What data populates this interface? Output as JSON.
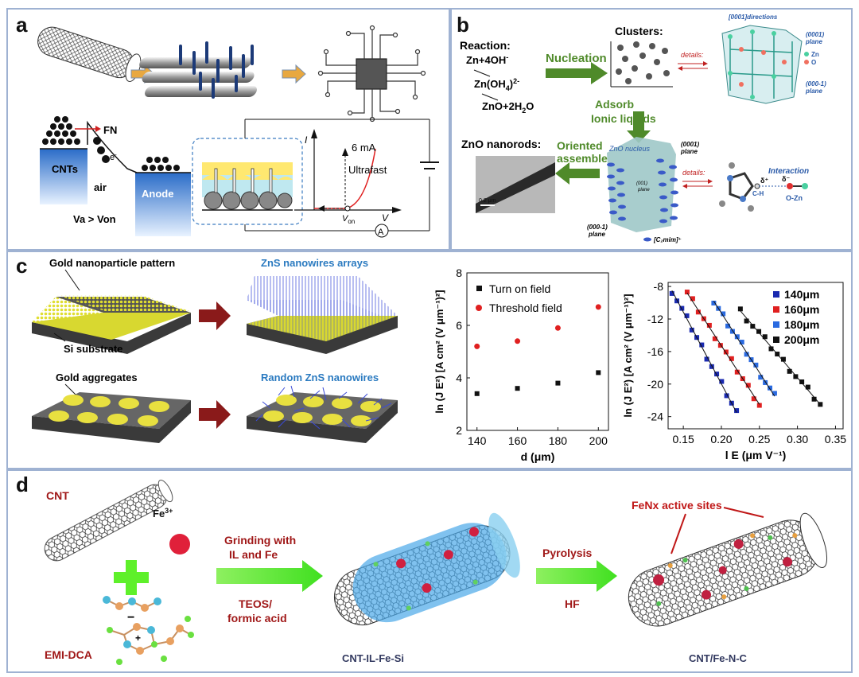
{
  "panels": {
    "a": {
      "label": "a",
      "fn": "FN",
      "electron": "e",
      "electron_sup": "-",
      "cnts": "CNTs",
      "air": "air",
      "anode": "Anode",
      "condition": "Va > Von",
      "axis_i": "I",
      "axis_v": "V",
      "current": "6 mA",
      "ultrafast": "Ultrafast",
      "von": "V",
      "von_sub": "on",
      "ammeter": "A"
    },
    "b": {
      "label": "b",
      "reaction_title": "Reaction:",
      "eq1": "Zn+4OH",
      "eq1_sup": "-",
      "eq2": "Zn(OH",
      "eq2_sub": "4",
      "eq2_end": ")",
      "eq2_sup": "2-",
      "eq3": "ZnO+2H",
      "eq3_sub": "2",
      "eq3_end": "O",
      "nucleation": "Nucleation",
      "clusters": "Clusters:",
      "details1": "details:",
      "details2": "details:",
      "directions": "[0001]directions",
      "plane_0001": "(0001)",
      "plane_word": "plane",
      "plane_000m1": "(000-1)",
      "zn": "Zn",
      "o": "O",
      "adsorb": "Adsorb",
      "ionic": "Ionic liquids",
      "nanorods": "ZnO nanorods:",
      "oriented": "Oriented",
      "assemble": "assemble",
      "scale": "0.2 μm",
      "zno_nucleus": "ZnO nucleus",
      "plane_001": "(001)",
      "c2mim": "[C₂mim]⁺",
      "interaction": "Interaction",
      "delta_plus": "δ⁺",
      "delta_minus": "δ⁻",
      "ch": "C-H",
      "ozn": "O-Zn"
    },
    "c": {
      "label": "c",
      "gold_pattern": "Gold nanoparticle pattern",
      "si_substrate": "Si substrate",
      "zns_arrays": "ZnS nanowires arrays",
      "gold_aggregates": "Gold aggregates",
      "random_zns": "Random ZnS nanowires"
    },
    "d": {
      "label": "d",
      "cnt": "CNT",
      "fe3": "Fe",
      "fe3_sup": "3+",
      "emi": "EMI-DCA",
      "grinding1": "Grinding with",
      "grinding2": "IL and  Fe",
      "teos1": "TEOS/",
      "teos2": "formic acid",
      "cnt_il": "CNT-IL-Fe-Si",
      "pyrolysis": "Pyrolysis",
      "hf": "HF",
      "fenx": "FeNx active sites",
      "cnt_fenc": "CNT/Fe-N-C"
    }
  },
  "colors": {
    "panel_border": "#9fb2d2",
    "green_arrow": "#4f8a2a",
    "bright_green": "#5ef02a",
    "dark_red": "#a01818",
    "blue_text": "#2a5aa8",
    "gold": "#e8e040"
  },
  "chart_data": [
    {
      "type": "scatter",
      "title": "",
      "xlabel": "d (μm)",
      "ylabel": "ln (J E²) [A cm² (V μm⁻¹)²]",
      "xlim": [
        135,
        205
      ],
      "ylim": [
        2,
        8
      ],
      "xticks": [
        140,
        160,
        180,
        200
      ],
      "yticks": [
        2,
        4,
        6,
        8
      ],
      "legend_position": "top-left",
      "series": [
        {
          "name": "Turn on field",
          "color": "#111111",
          "marker": "square",
          "x": [
            140,
            160,
            180,
            200
          ],
          "y": [
            3.4,
            3.6,
            3.8,
            4.2
          ]
        },
        {
          "name": "Threshold field",
          "color": "#e02020",
          "marker": "circle",
          "x": [
            140,
            160,
            180,
            200
          ],
          "y": [
            5.2,
            5.4,
            5.9,
            6.7
          ]
        }
      ]
    },
    {
      "type": "scatter",
      "title": "",
      "xlabel": "l E  (μm V⁻¹)",
      "ylabel": "ln (J E²) [A cm² (V μm⁻¹)²]",
      "xlim": [
        0.13,
        0.36
      ],
      "ylim": [
        -25.5,
        -7.5
      ],
      "xticks": [
        0.15,
        0.2,
        0.25,
        0.3,
        0.35
      ],
      "xtick_labels": [
        "0.15",
        "0.20",
        "0.25",
        "0.30",
        "0.35"
      ],
      "yticks": [
        -24,
        -20,
        -16,
        -12,
        -8
      ],
      "legend_position": "top-right",
      "series": [
        {
          "name": "140μm",
          "color": "#1a2ab0",
          "marker": "square",
          "x0": 0.135,
          "x1": 0.22,
          "y0": -8.5,
          "y1": -23.5
        },
        {
          "name": "160μm",
          "color": "#e02020",
          "marker": "square",
          "x0": 0.155,
          "x1": 0.25,
          "y0": -8.8,
          "y1": -22.5
        },
        {
          "name": "180μm",
          "color": "#2a6ae0",
          "marker": "square",
          "x0": 0.19,
          "x1": 0.27,
          "y0": -9.8,
          "y1": -21.5
        },
        {
          "name": "200μm",
          "color": "#111111",
          "marker": "square",
          "x0": 0.225,
          "x1": 0.33,
          "y0": -11,
          "y1": -22.5
        }
      ]
    }
  ]
}
